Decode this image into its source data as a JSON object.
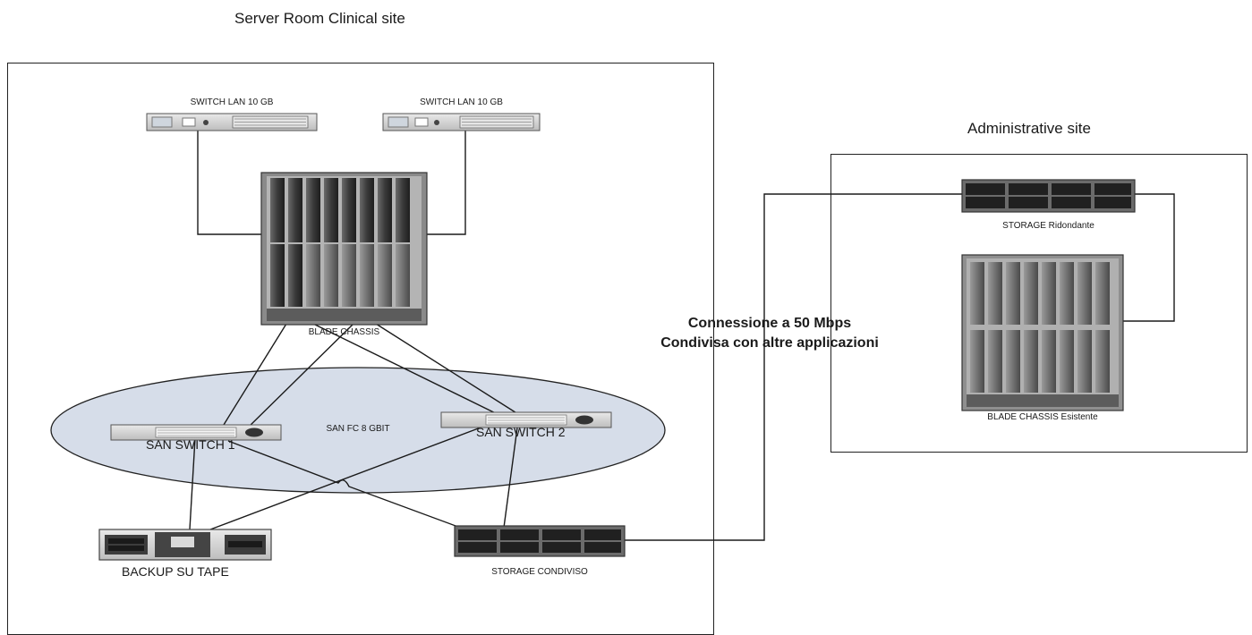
{
  "clinical_site": {
    "title": "Server Room Clinical site",
    "switch_lan_1": "SWITCH LAN 10 GB",
    "switch_lan_2": "SWITCH LAN 10 GB",
    "blade_chassis": "BLADE CHASSIS",
    "san_label": "SAN FC 8 GBIT",
    "san_switch_1": "SAN SWITCH 1",
    "san_switch_2": "SAN SWITCH 2",
    "backup": "BACKUP SU TAPE",
    "storage": "STORAGE CONDIVISO"
  },
  "link": {
    "line1": "Connessione a 50 Mbps",
    "line2": "Condivisa con altre applicazioni"
  },
  "administrative_site": {
    "title": "Administrative site",
    "storage": "STORAGE Ridondante",
    "blade_chassis": "BLADE CHASSIS Esistente"
  },
  "colors": {
    "san_ellipse_fill": "#d6dde9",
    "line": "#1a1a1a"
  }
}
